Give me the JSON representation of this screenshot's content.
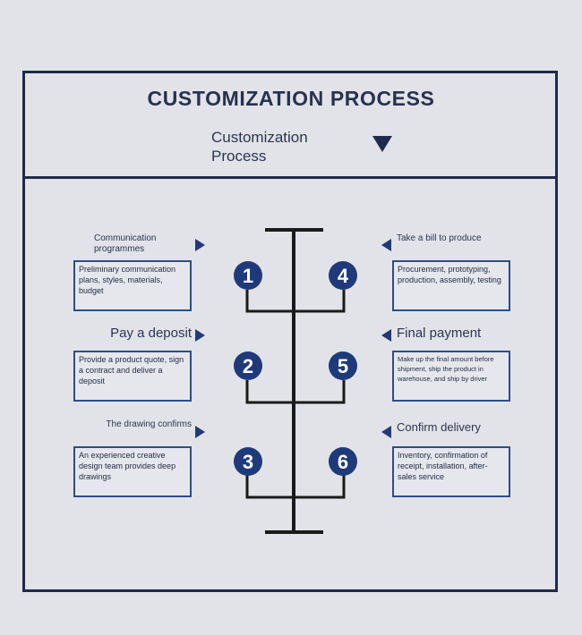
{
  "header": {
    "title": "CUSTOMIZATION PROCESS",
    "subtitle": "Customization Process"
  },
  "steps": [
    {
      "number": "1",
      "heading": "Communication programmes",
      "description": "Preliminary communication plans, styles, materials, budget"
    },
    {
      "number": "2",
      "heading": "Pay a deposit",
      "description": "Provide a product quote, sign a contract and deliver a deposit"
    },
    {
      "number": "3",
      "heading": "The drawing confirms",
      "description": "An experienced creative design team provides deep drawings"
    },
    {
      "number": "4",
      "heading": "Take a bill to produce",
      "description": "Procurement, prototyping, production, assembly, testing"
    },
    {
      "number": "5",
      "heading": "Final payment",
      "description": "Make up the final amount before shipment, ship the product in warehouse, and ship by driver"
    },
    {
      "number": "6",
      "heading": "Confirm delivery",
      "description": "Inventory, confirmation of receipt, installation, after-sales service"
    }
  ],
  "colors": {
    "frame": "#1f2a4c",
    "circle": "#1f3a7a",
    "box_border": "#2c4d8c",
    "arrow": "#233a78"
  }
}
